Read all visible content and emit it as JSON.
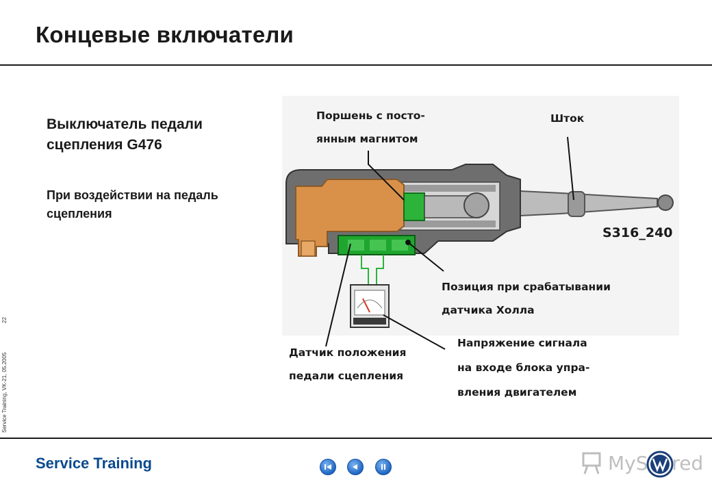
{
  "slide": {
    "title": "Концевые включатели",
    "heading": "Выключатель педали сцепления  G476",
    "subtext": "При воздействии на педаль сцепления"
  },
  "side": {
    "page_number": "22",
    "course": "Service Training, VK-21, 05.2005"
  },
  "figure": {
    "labels": {
      "piston_1": "Поршень с посто-",
      "piston_2": "янным магнитом",
      "rod": "Шток",
      "code": "S316_240",
      "hall_1": "Позиция при срабатывании",
      "hall_2": "датчика Холла",
      "sensor_1": "Датчик положения",
      "sensor_2": "педали сцепления",
      "voltage_1": "Напряжение сигнала",
      "voltage_2": "на входе блока упра-",
      "voltage_3": "вления двигателем"
    }
  },
  "footer": {
    "brand": "Service Training",
    "watermark": "MyShared",
    "nav": [
      "first-page-icon",
      "previous-page-icon",
      "pause-icon"
    ]
  },
  "colors": {
    "brand_blue": "#0a4a8f",
    "housing_gray": "#6e6e6e",
    "orange_part": "#d9914a",
    "sensor_green": "#1fa62e"
  }
}
